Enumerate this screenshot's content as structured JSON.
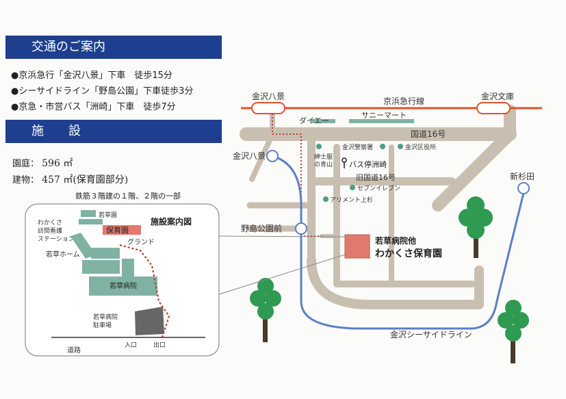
{
  "access": {
    "title": "交通のご案内",
    "items": [
      "●京浜急行「金沢八景」下車　徒歩15分",
      "●シーサイドライン「野島公園」下車徒歩3分",
      "●京急・市営バス「洲崎」下車　徒歩7分"
    ]
  },
  "facility": {
    "title": "施　　設",
    "garden_label": "園庭：",
    "garden_value": "596 ㎡",
    "building_label": "建物：",
    "building_value": "457 ㎡(保育園部分)",
    "note": "鉄筋３階建の１階、２階の一部"
  },
  "inset_map": {
    "title": "施設案内図",
    "labels": {
      "wakakusaen": "若草園",
      "nursery": "保育園",
      "station_1": "わかくさ",
      "station_2": "訪問看護",
      "station_3": "ステーション",
      "ground": "グランド",
      "home": "若草ホーム",
      "hospital": "若草病院",
      "parking_1": "若草病院",
      "parking_2": "駐車場",
      "road": "道路",
      "entrance": "入口",
      "exit": "出口"
    }
  },
  "main_map": {
    "stations": {
      "kanazawa_hakkei_keikyu": "金沢八景",
      "kanazawa_bunko": "金沢文庫",
      "kanazawa_hakkei_seaside": "金沢八景",
      "nojima_koen": "野島公園前",
      "shinsugita": "新杉田"
    },
    "lines": {
      "keikyu": "京浜急行線",
      "seaside": "金沢シーサイドライン"
    },
    "roads": {
      "route16": "国道16号",
      "old_route16": "旧国道16号"
    },
    "landmarks": {
      "daiei": "ダイエー",
      "sunny_mart": "サニーマート",
      "police": "金沢警察署",
      "ward_office": "金沢区役所",
      "aoyama_1": "紳士服",
      "aoyama_2": "の青山",
      "bus_stop": "バス停洲崎",
      "seven_eleven": "セブンイレブン",
      "alliment": "アリメント上杉"
    },
    "destination": {
      "line1": "若草病院他",
      "line2": "わかくさ保育園"
    }
  },
  "colors": {
    "header_bar": "#1e3f8f",
    "road": "#c9bfb0",
    "keikyu_line": "#e4512a",
    "seaside_line": "#5b7fc4",
    "destination": "#e07a6e",
    "building": "#7fb2a2",
    "landmark_dot": "#4f9d82",
    "route_dots": "#c0392b",
    "tree": "#2e9a52"
  },
  "icons": [
    "tree-icon",
    "bus-stop-icon",
    "landmark-dot-icon",
    "station-circle-icon"
  ]
}
